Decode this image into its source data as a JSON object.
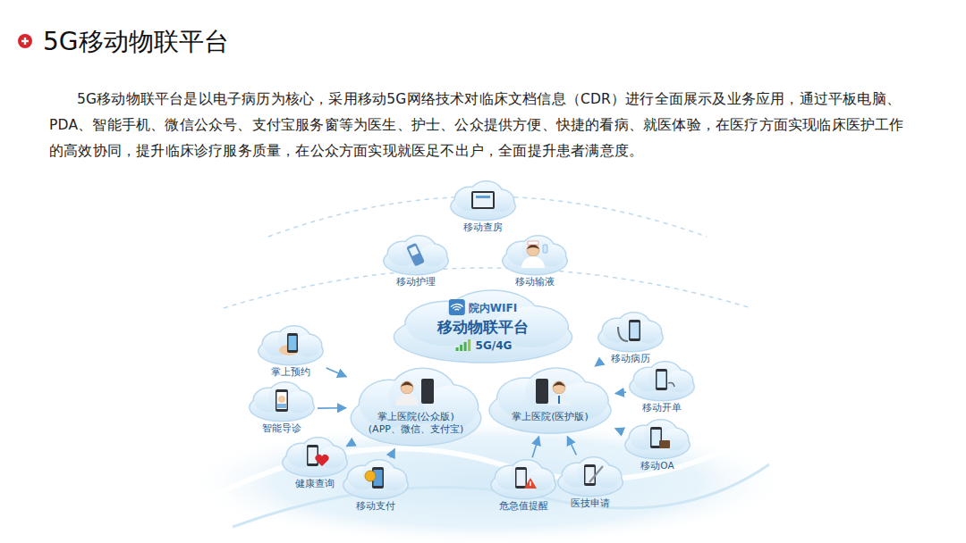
{
  "diagram": {
    "title": "5G移动物联平台",
    "nodes": [
      {
        "text": [
          "移动查房"
        ]
      },
      {
        "text": [
          "移动护理"
        ]
      },
      {
        "text": [
          "移动输液"
        ]
      },
      {
        "text": [
          "院内WIFI",
          "移动物联平台",
          "5G/4G"
        ]
      },
      {
        "text": [
          "掌上预约"
        ]
      },
      {
        "text": [
          "移动病历"
        ]
      },
      {
        "text": [
          "移动开单"
        ]
      },
      {
        "text": [
          "智能导诊"
        ]
      },
      {
        "text": [
          "掌上医院(公众版)",
          "(APP、微信、支付宝)"
        ]
      },
      {
        "text": [
          "掌上医院(医护版)"
        ]
      },
      {
        "text": [
          "健康查询"
        ]
      },
      {
        "text": [
          "移动OA"
        ]
      },
      {
        "text": [
          "移动支付"
        ]
      },
      {
        "text": [
          "危急值提醒"
        ]
      },
      {
        "text": [
          "医技申请"
        ]
      }
    ],
    "edges": [
      {
        "from": 4,
        "to": 8,
        "arrow": "to"
      },
      {
        "from": 7,
        "to": 8,
        "arrow": "to"
      },
      {
        "from": 10,
        "to": 8,
        "arrow": "to"
      },
      {
        "from": 12,
        "to": 8,
        "arrow": "to"
      },
      {
        "from": 5,
        "to": 9,
        "arrow": "to"
      },
      {
        "from": 6,
        "to": 9,
        "arrow": "to"
      },
      {
        "from": 11,
        "to": 9,
        "arrow": "to"
      },
      {
        "from": 14,
        "to": 9,
        "arrow": "to"
      },
      {
        "from": 13,
        "to": 9,
        "arrow": "to"
      }
    ],
    "labels": [
      "5G移动物联平台是以电子病历为核心，采用移动5G网络技术对临床文档信息（CDR）进行全面展示及业务应用，通过平板电脑、PDA、智能手机、微信公众号、支付宝服务窗等为医生、护士、公众提供方便、快捷的看病、就医体验，在医疗方面实现临床医护工作的高效协同，提升临床诊疗服务质量，在公众方面实现就医足不出户，全面提升患者满意度。"
    ]
  }
}
